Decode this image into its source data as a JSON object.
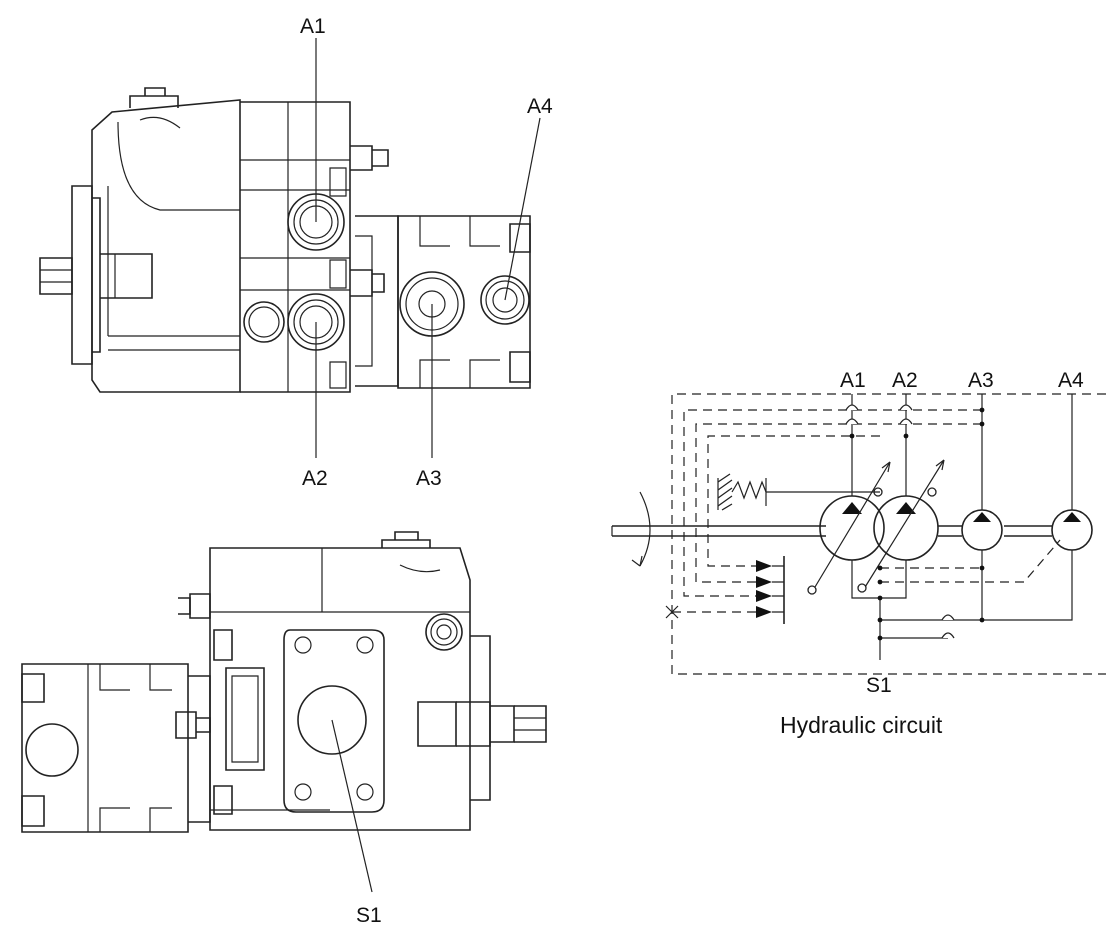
{
  "diagram": {
    "top_view_labels": {
      "a1": "A1",
      "a2": "A2",
      "a3": "A3",
      "a4": "A4"
    },
    "bottom_view_labels": {
      "s1": "S1"
    },
    "circuit": {
      "labels": {
        "a1": "A1",
        "a2": "A2",
        "a3": "A3",
        "a4": "A4",
        "s1": "S1"
      },
      "caption": "Hydraulic circuit"
    }
  }
}
